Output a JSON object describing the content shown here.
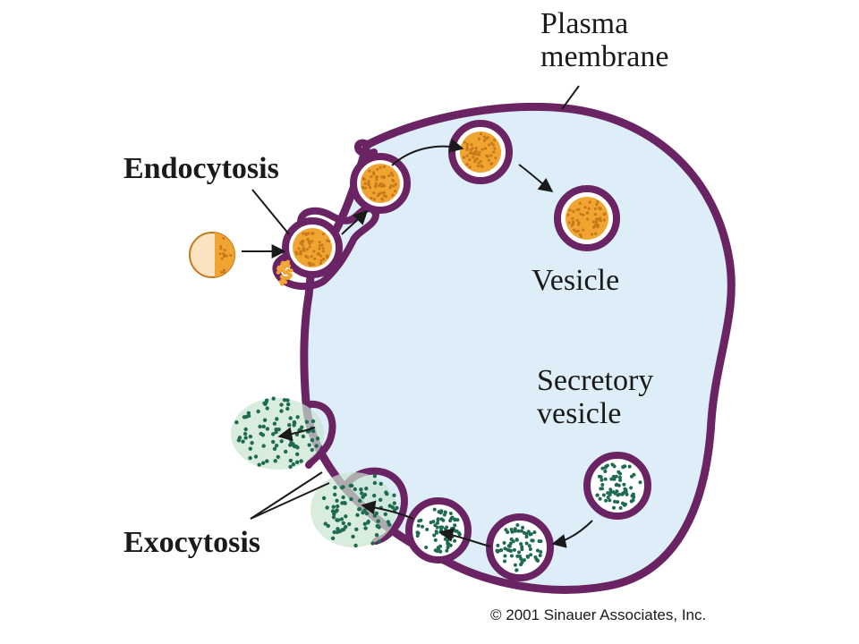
{
  "labels": {
    "plasma_membrane_line1": "Plasma",
    "plasma_membrane_line2": "membrane",
    "endocytosis": "Endocytosis",
    "vesicle": "Vesicle",
    "secretory_line1": "Secretory",
    "secretory_line2": "vesicle",
    "exocytosis": "Exocytosis",
    "copyright": "© 2001 Sinauer Associates, Inc."
  },
  "colors": {
    "membrane": "#6b2463",
    "cytoplasm": "#deeef9",
    "vesicle_lumen": "#ffffff",
    "cargo_orange": "#f0a532",
    "cargo_dot_dark": "#c7791a",
    "secretory_particle": "#1e6b52",
    "secretory_cloud": "#c9e6d1",
    "particle_light": "#fbe2c0",
    "arrow": "#1a1a1a"
  }
}
